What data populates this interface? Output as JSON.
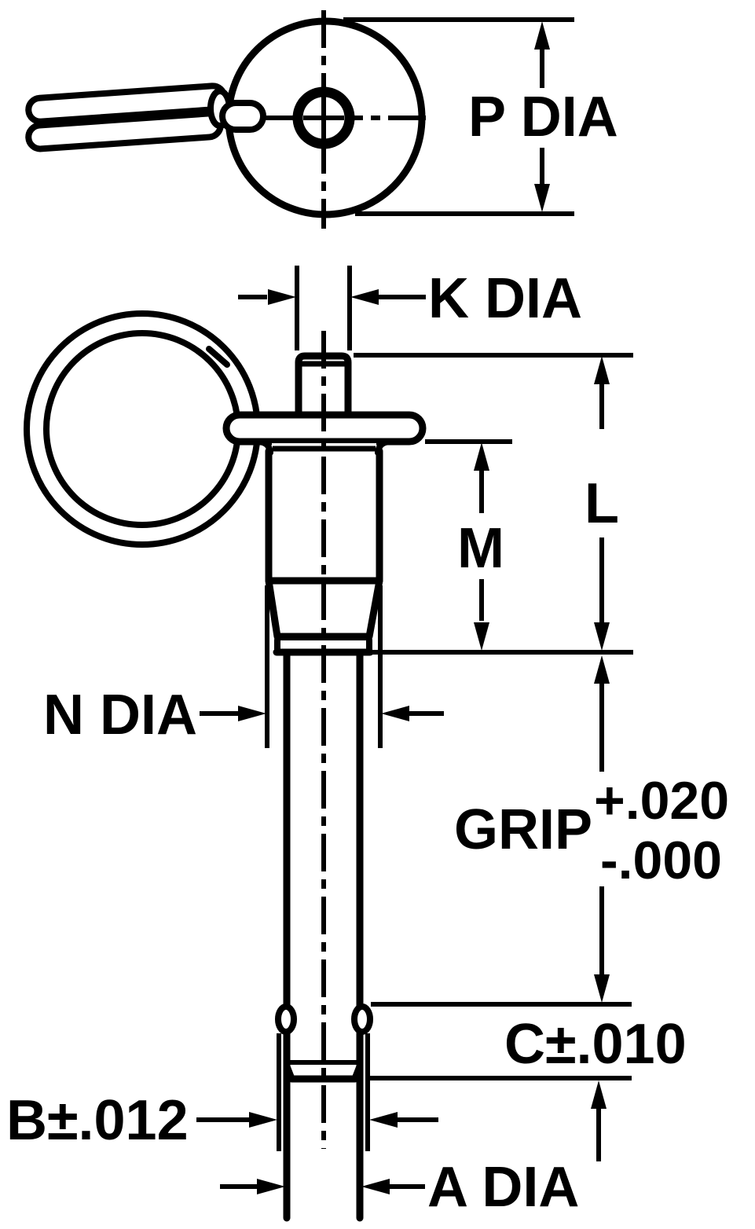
{
  "drawing": {
    "title": "ball-lock-pin-dimension-drawing",
    "colors": {
      "line": "#000000",
      "background": "#ffffff"
    },
    "labels": {
      "p_dia": "P DIA",
      "k_dia": "K DIA",
      "l": "L",
      "m": "M",
      "n_dia": "N DIA",
      "grip": "GRIP",
      "grip_tol_upper": "+.020",
      "grip_tol_lower": "-.000",
      "c": "C±.010",
      "b": "B±.012",
      "a_dia": "A DIA"
    }
  }
}
